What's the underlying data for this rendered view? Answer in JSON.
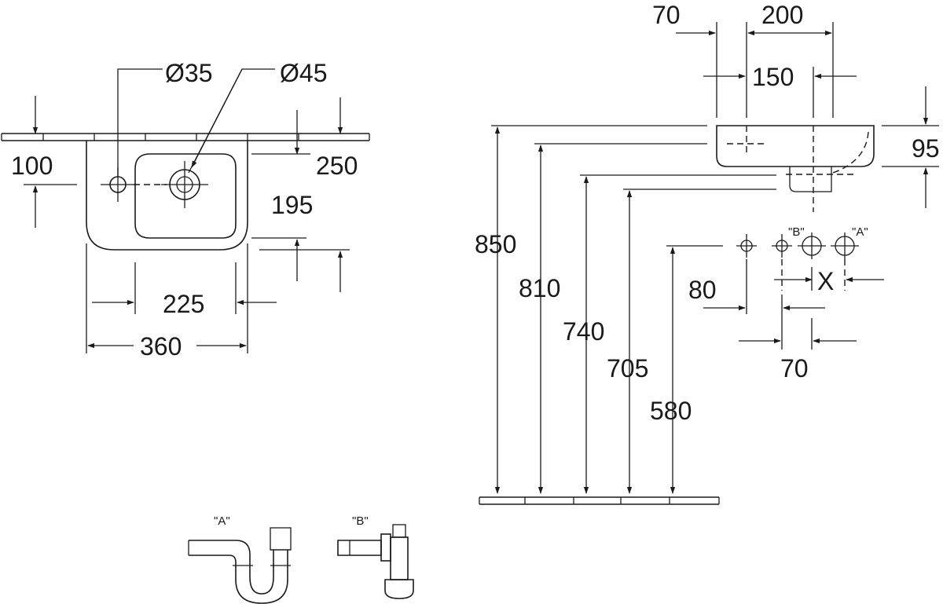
{
  "top_view": {
    "dim_hole_small": "Ø35",
    "dim_hole_large": "Ø45",
    "dim_100": "100",
    "dim_250": "250",
    "dim_195": "195",
    "dim_225": "225",
    "dim_360": "360"
  },
  "side_view": {
    "dim_70_top": "70",
    "dim_200": "200",
    "dim_150": "150",
    "dim_95": "95",
    "dim_850": "850",
    "dim_810": "810",
    "dim_740": "740",
    "dim_705": "705",
    "dim_580": "580",
    "dim_80": "80",
    "dim_x": "X",
    "dim_70_bottom": "70",
    "label_b": "\"B\"",
    "label_a": "\"A\""
  },
  "traps": {
    "label_a": "\"A\"",
    "label_b": "\"B\""
  }
}
